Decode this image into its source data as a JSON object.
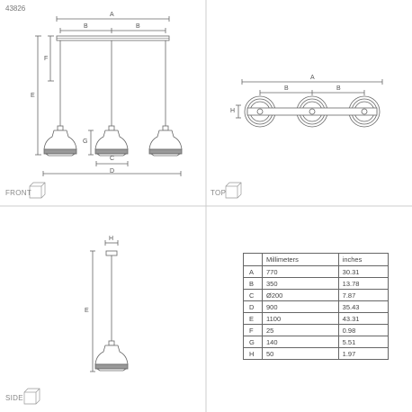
{
  "product_id": "43826",
  "views": {
    "front": "FRONT",
    "top": "TOP",
    "side": "SIDE"
  },
  "dimension_letters": {
    "a": "A",
    "b": "B",
    "c": "C",
    "d": "D",
    "e": "E",
    "f": "F",
    "g": "G",
    "h": "H"
  },
  "table": {
    "headers": [
      "",
      "Millimeters",
      "inches"
    ],
    "rows": [
      {
        "key": "A",
        "mm": "770",
        "in": "30.31"
      },
      {
        "key": "B",
        "mm": "350",
        "in": "13.78"
      },
      {
        "key": "C",
        "mm": "Ø200",
        "in": "7.87"
      },
      {
        "key": "D",
        "mm": "900",
        "in": "35.43"
      },
      {
        "key": "E",
        "mm": "1100",
        "in": "43.31"
      },
      {
        "key": "F",
        "mm": "25",
        "in": "0.98"
      },
      {
        "key": "G",
        "mm": "140",
        "in": "5.51"
      },
      {
        "key": "H",
        "mm": "50",
        "in": "1.97"
      }
    ]
  },
  "colors": {
    "line": "#666666",
    "frame": "#cccccc"
  }
}
